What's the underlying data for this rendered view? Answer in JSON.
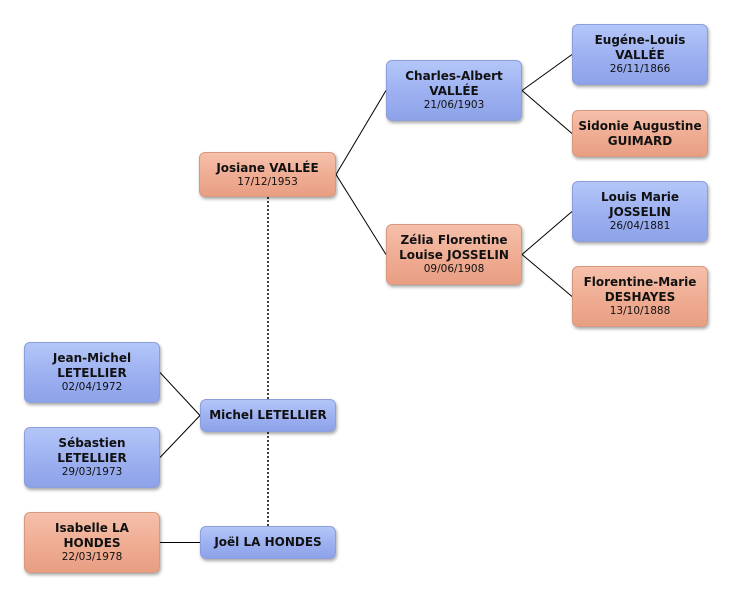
{
  "people": [
    {
      "id": "josiane",
      "name1": "Josiane VALLÉE",
      "name2": "",
      "date": "17/12/1953",
      "gender": "female"
    },
    {
      "id": "charles",
      "name1": "Charles-Albert",
      "name2": "VALLÉE",
      "date": "21/06/1903",
      "gender": "male"
    },
    {
      "id": "zelia",
      "name1": "Zélia Florentine",
      "name2": "Louise JOSSELIN",
      "date": "09/06/1908",
      "gender": "female"
    },
    {
      "id": "eugene",
      "name1": "Eugéne-Louis",
      "name2": "VALLÉE",
      "date": "26/11/1866",
      "gender": "male"
    },
    {
      "id": "sidonie",
      "name1": "Sidonie Augustine",
      "name2": "GUIMARD",
      "date": "",
      "gender": "female"
    },
    {
      "id": "louis",
      "name1": "Louis Marie",
      "name2": "JOSSELIN",
      "date": "26/04/1881",
      "gender": "male"
    },
    {
      "id": "florentine",
      "name1": "Florentine-Marie",
      "name2": "DESHAYES",
      "date": "13/10/1888",
      "gender": "female"
    },
    {
      "id": "jeanmichel",
      "name1": "Jean-Michel",
      "name2": "LETELLIER",
      "date": "02/04/1972",
      "gender": "male"
    },
    {
      "id": "sebastien",
      "name1": "Sébastien",
      "name2": "LETELLIER",
      "date": "29/03/1973",
      "gender": "male"
    },
    {
      "id": "michel",
      "name1": "Michel LETELLIER",
      "name2": "",
      "date": "",
      "gender": "male"
    },
    {
      "id": "isabelle",
      "name1": "Isabelle LA",
      "name2": "HONDES",
      "date": "22/03/1978",
      "gender": "female"
    },
    {
      "id": "joel",
      "name1": "Joël LA HONDES",
      "name2": "",
      "date": "",
      "gender": "male"
    }
  ],
  "colors": {
    "male": "#9aaef0",
    "female": "#eeaa90",
    "line": "#000000"
  },
  "edges": [
    {
      "from": "josiane",
      "to": "charles",
      "style": "solid"
    },
    {
      "from": "josiane",
      "to": "zelia",
      "style": "solid"
    },
    {
      "from": "charles",
      "to": "eugene",
      "style": "solid"
    },
    {
      "from": "charles",
      "to": "sidonie",
      "style": "solid"
    },
    {
      "from": "zelia",
      "to": "louis",
      "style": "solid"
    },
    {
      "from": "zelia",
      "to": "florentine",
      "style": "solid"
    },
    {
      "from": "michel",
      "to": "jeanmichel",
      "style": "solid"
    },
    {
      "from": "michel",
      "to": "sebastien",
      "style": "solid"
    },
    {
      "from": "joel",
      "to": "isabelle",
      "style": "solid"
    },
    {
      "from": "josiane",
      "to": "michel",
      "style": "dotted"
    },
    {
      "from": "michel",
      "to": "joel",
      "style": "dotted"
    }
  ]
}
